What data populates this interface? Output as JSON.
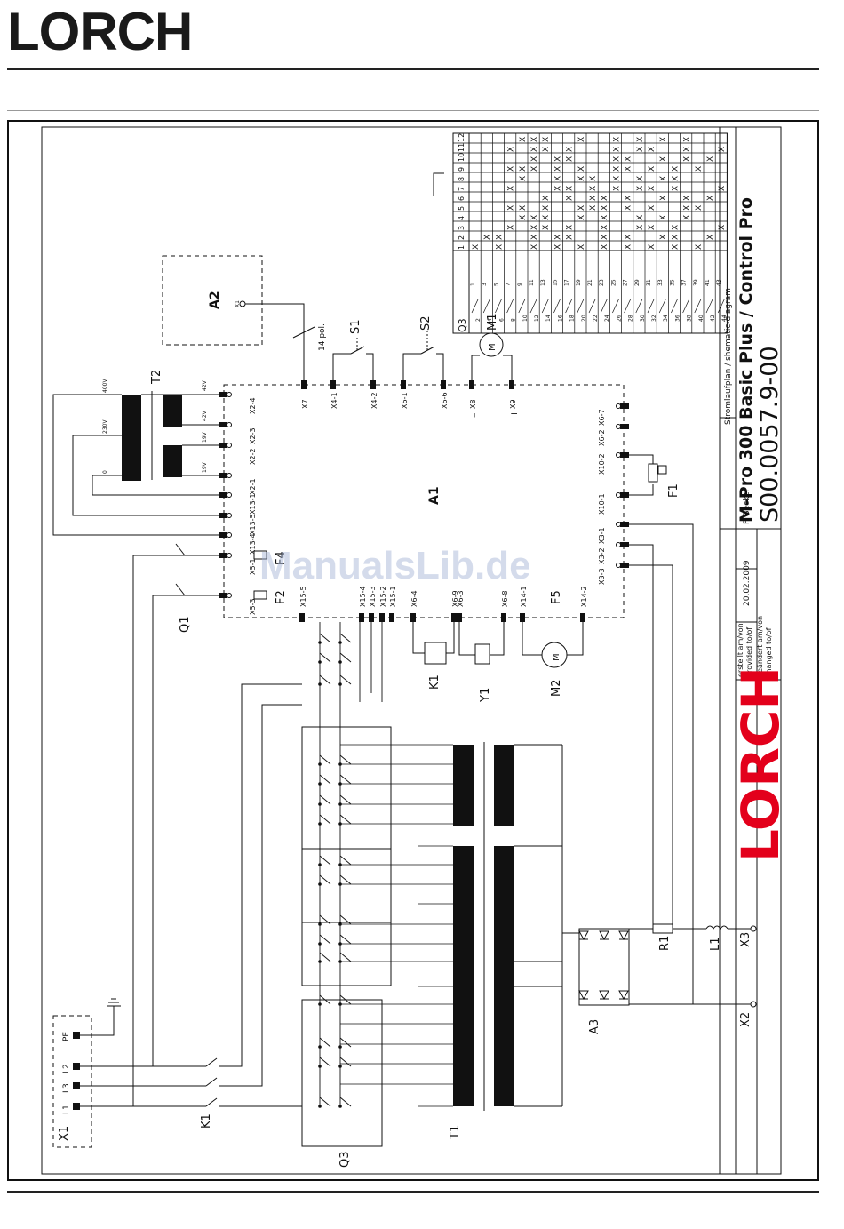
{
  "header": {
    "brand": "LORCH"
  },
  "title_block": {
    "diagram_type": "Stromlaufplan / shematic-diagram",
    "product": "M-Pro 300  Basic Plus / Control Pro",
    "doc_number": "S00.0057.9-00",
    "created_label_de": "erstellt am/von",
    "created_label_en": "provided to/of",
    "changed_label_de": "geändert am/von",
    "changed_label_en": "changed to/of",
    "date": "20.02.2009",
    "author": "F. Becker",
    "logo_text": "LORCH",
    "logo_color": "#e3001b"
  },
  "watermark": "ManualsLib.de",
  "components": {
    "A1": "A1",
    "A2": "A2",
    "A3": "A3",
    "T1": "T1",
    "T2": "T2",
    "Q1": "Q1",
    "Q3": "Q3",
    "K1": "K1",
    "M1": "M1",
    "M2": "M2",
    "S1": "S1",
    "S2": "S2",
    "F1": "F1",
    "F2": "F2",
    "F4": "F4",
    "F5": "F5",
    "R1": "R1",
    "L1": "L1",
    "X1": "X1",
    "X2": "X2",
    "X3": "X3",
    "Y1": "Y1",
    "cable": "14 pol."
  },
  "t2_voltages": [
    "400V",
    "230V",
    "0",
    "42V",
    "42V",
    "19V",
    "19V"
  ],
  "a1_connectors": {
    "top": [
      "X7",
      "X4-1",
      "X4-2",
      "X6-1",
      "X6-6",
      "X8",
      "X9"
    ],
    "left": [
      "X2-4",
      "X2-3",
      "X2-2",
      "X2-1",
      "X13-1",
      "X13-5",
      "X13-4",
      "X5-1",
      "X5-3"
    ],
    "right": [
      "X6-7",
      "X6-2",
      "X10-2",
      "X10-1",
      "X3-1",
      "X3-2",
      "X3-3"
    ],
    "bottom": [
      "X15-5",
      "X15-4",
      "X15-3",
      "X15-2",
      "X15-1",
      "X6-4",
      "X6-9",
      "X6-3",
      "X6-8",
      "X14-1",
      "X14-2"
    ]
  },
  "x1_terminals": [
    "L1",
    "L3",
    "L2",
    "PE"
  ],
  "q3_table": {
    "columns": [
      "1",
      "2",
      "3",
      "4",
      "5",
      "6",
      "7",
      "8",
      "9",
      "10",
      "11",
      "12"
    ],
    "rows": [
      {
        "pair": "1-2",
        "marks": [
          1,
          0,
          0,
          0,
          0,
          0,
          0,
          0,
          0,
          0,
          0,
          0
        ]
      },
      {
        "pair": "3-4",
        "marks": [
          0,
          1,
          0,
          0,
          0,
          0,
          0,
          0,
          0,
          0,
          0,
          0
        ]
      },
      {
        "pair": "5-6",
        "marks": [
          1,
          1,
          0,
          0,
          0,
          0,
          0,
          0,
          0,
          0,
          0,
          0
        ]
      },
      {
        "pair": "7-8",
        "marks": [
          0,
          0,
          1,
          0,
          1,
          0,
          1,
          0,
          1,
          0,
          1,
          0
        ]
      },
      {
        "pair": "9-10",
        "marks": [
          0,
          0,
          0,
          1,
          1,
          0,
          0,
          1,
          1,
          0,
          0,
          1
        ]
      },
      {
        "pair": "11-12",
        "marks": [
          1,
          1,
          1,
          1,
          0,
          0,
          0,
          0,
          1,
          1,
          1,
          1
        ]
      },
      {
        "pair": "13-14",
        "marks": [
          0,
          0,
          1,
          1,
          1,
          1,
          0,
          0,
          0,
          0,
          1,
          1
        ]
      },
      {
        "pair": "15-16",
        "marks": [
          1,
          1,
          0,
          0,
          0,
          0,
          1,
          1,
          1,
          1,
          0,
          0
        ]
      },
      {
        "pair": "17-18",
        "marks": [
          0,
          1,
          1,
          0,
          0,
          1,
          1,
          0,
          0,
          1,
          1,
          0
        ]
      },
      {
        "pair": "19-20",
        "marks": [
          1,
          0,
          0,
          1,
          1,
          0,
          0,
          1,
          1,
          0,
          0,
          1
        ]
      },
      {
        "pair": "21-22",
        "marks": [
          0,
          0,
          0,
          0,
          1,
          1,
          1,
          1,
          0,
          0,
          0,
          0
        ]
      },
      {
        "pair": "23-24",
        "marks": [
          1,
          1,
          1,
          1,
          1,
          1,
          0,
          0,
          0,
          0,
          0,
          0
        ]
      },
      {
        "pair": "25-26",
        "marks": [
          0,
          0,
          0,
          0,
          0,
          0,
          1,
          1,
          1,
          1,
          1,
          1
        ]
      },
      {
        "pair": "27-28",
        "marks": [
          1,
          1,
          0,
          0,
          1,
          1,
          0,
          0,
          1,
          1,
          0,
          0
        ]
      },
      {
        "pair": "29-30",
        "marks": [
          0,
          0,
          1,
          1,
          0,
          0,
          1,
          1,
          0,
          0,
          1,
          1
        ]
      },
      {
        "pair": "31-32",
        "marks": [
          1,
          0,
          1,
          0,
          1,
          0,
          1,
          0,
          1,
          0,
          1,
          0
        ]
      },
      {
        "pair": "33-34",
        "marks": [
          0,
          1,
          0,
          1,
          0,
          1,
          0,
          1,
          0,
          1,
          0,
          1
        ]
      },
      {
        "pair": "35-36",
        "marks": [
          1,
          1,
          1,
          0,
          0,
          0,
          1,
          1,
          1,
          0,
          0,
          0
        ]
      },
      {
        "pair": "37-38",
        "marks": [
          0,
          0,
          0,
          1,
          1,
          1,
          0,
          0,
          0,
          1,
          1,
          1
        ]
      },
      {
        "pair": "39-40",
        "marks": [
          1,
          0,
          0,
          0,
          1,
          0,
          0,
          0,
          1,
          0,
          0,
          0
        ]
      },
      {
        "pair": "41-42",
        "marks": [
          0,
          1,
          0,
          0,
          0,
          1,
          0,
          0,
          0,
          1,
          0,
          0
        ]
      },
      {
        "pair": "43-44",
        "marks": [
          0,
          0,
          1,
          0,
          0,
          0,
          1,
          0,
          0,
          0,
          1,
          0
        ]
      }
    ],
    "mark": "X",
    "q3_label": "Q3"
  }
}
